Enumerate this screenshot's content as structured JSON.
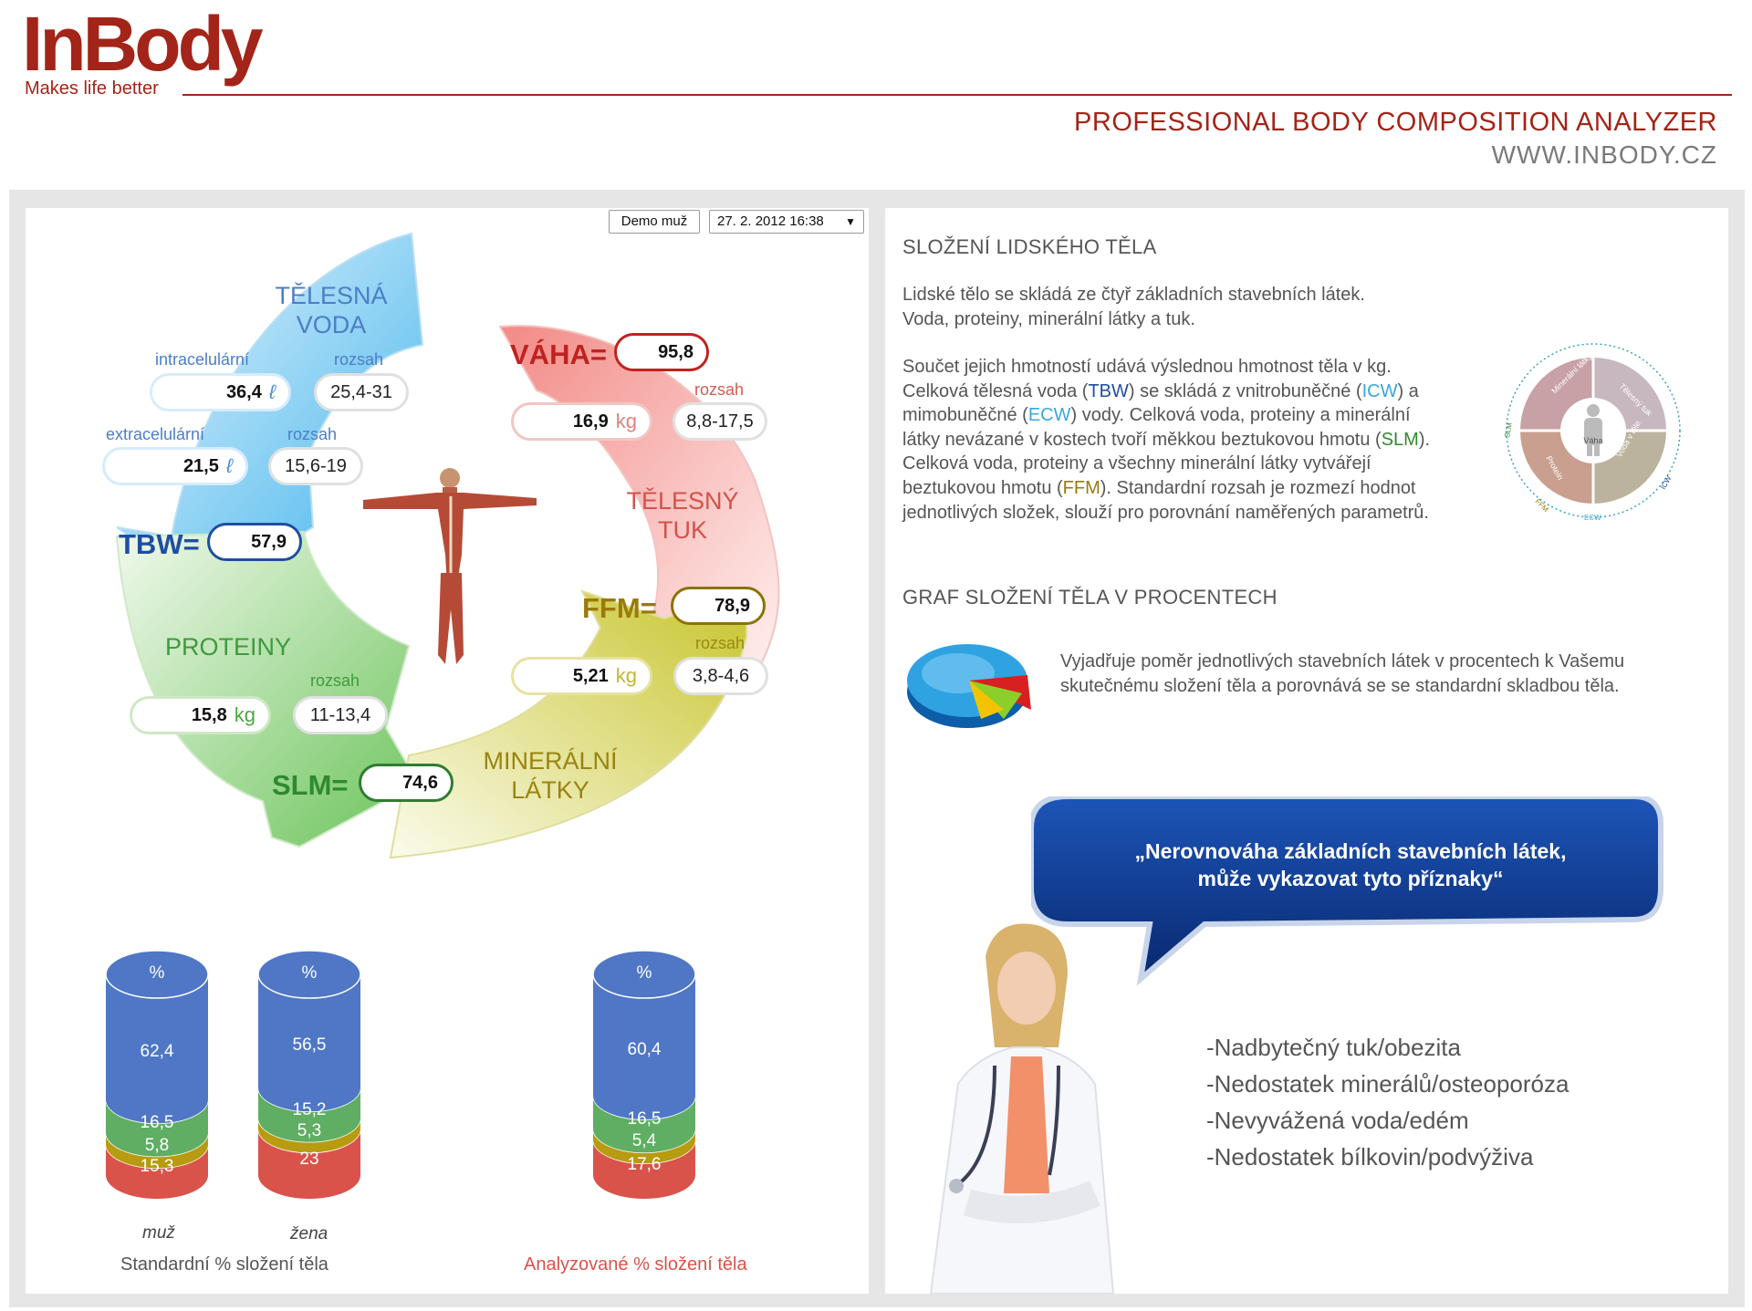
{
  "brand": {
    "logo": "InBody",
    "tagline": "Makes life better",
    "title": "PROFESSIONAL BODY COMPOSITION ANALYZER",
    "website": "WWW.INBODY.CZ"
  },
  "selector": {
    "user": "Demo muž",
    "date": "27. 2. 2012 16:38"
  },
  "diagram": {
    "water": {
      "label": "TĚLESNÁ VODA",
      "label_line1": "TĚLESNÁ",
      "label_line2": "VODA",
      "icw_label": "intracelulární",
      "icw_value": "36,4",
      "icw_unit": "ℓ",
      "icw_range_label": "rozsah",
      "icw_range": "25,4-31",
      "ecw_label": "extracelulární",
      "ecw_value": "21,5",
      "ecw_unit": "ℓ",
      "ecw_range_label": "rozsah",
      "ecw_range": "15,6-19",
      "tbw_label": "TBW=",
      "tbw_value": "57,9"
    },
    "fat": {
      "weight_label": "VÁHA=",
      "weight_value": "95,8",
      "value": "16,9",
      "unit": "kg",
      "range_label": "rozsah",
      "range": "8,8-17,5",
      "label_line1": "TĚLESNÝ",
      "label_line2": "TUK",
      "ffm_label": "FFM=",
      "ffm_value": "78,9"
    },
    "protein": {
      "label": "PROTEINY",
      "range_label": "rozsah",
      "value": "15,8",
      "unit": "kg",
      "range": "11-13,4",
      "slm_label": "SLM=",
      "slm_value": "74,6"
    },
    "minerals": {
      "label_line1": "MINERÁLNÍ",
      "label_line2": "LÁTKY",
      "value": "5,21",
      "unit": "kg",
      "range_label": "rozsah",
      "range": "3,8-4,6"
    }
  },
  "cylinders": {
    "standard_caption": "Standardní % složení těla",
    "analyzed_caption": "Analyzované % složení těla",
    "pct": "%",
    "items": [
      {
        "name": "muž",
        "water": "62,4",
        "protein": "16,5",
        "minerals": "5,8",
        "fat": "15,3"
      },
      {
        "name": "žena",
        "water": "56,5",
        "protein": "15,2",
        "minerals": "5,3",
        "fat": "23"
      },
      {
        "name": "",
        "water": "60,4",
        "protein": "16,5",
        "minerals": "5,4",
        "fat": "17,6"
      }
    ],
    "colors": {
      "water": "#4f77c5",
      "protein": "#5fae63",
      "minerals": "#b79b10",
      "fat": "#d9534a"
    }
  },
  "right": {
    "heading1": "SLOŽENÍ LIDSKÉHO TĚLA",
    "p1_line1": "Lidské tělo se skládá ze čtyř základních stavebních látek.",
    "p1_line2": "Voda, proteiny, minerální látky a tuk.",
    "p2": {
      "t1": "Součet jejich hmotností udává výslednou hmotnost těla v kg.",
      "t2": "Celková tělesná voda (",
      "tbw": "TBW",
      "t3": ") se skládá z vnitrobuněčné (",
      "icw": "ICW",
      "t4": ") a",
      "t5": "mimobuněčné (",
      "ecw": "ECW",
      "t6": ") vody. Celková voda, proteiny a minerální",
      "t7": "látky nevázané v kostech tvoří měkkou beztukovou hmotu (",
      "slm": "SLM",
      "t8": ").",
      "t9": "Celková voda, proteiny a všechny minerální látky vytvářejí",
      "t10": "beztukovou hmotu (",
      "ffm": "FFM",
      "t11": "). Standardní rozsah je rozmezí hodnot",
      "t12": "jednotlivých složek, slouží pro porovnání naměřených parametrů."
    },
    "ring": {
      "minerals": "Minerální látky",
      "fat": "Tělesný tuk",
      "protein": "Protein",
      "water": "Voda v těle",
      "center": "Váha",
      "slm": "SLM",
      "ffm": "FFM",
      "ecw": "ECW",
      "icw": "ICW"
    },
    "heading2": "GRAF SLOŽENÍ TĚLA V PROCENTECH",
    "p3_line1": "Vyjadřuje poměr jednotlivých stavebních látek v procentech k Vašemu",
    "p3_line2": "skutečnému složení těla a porovnává se se standardní skladbou těla.",
    "bubble_line1": "„Nerovnováha základních stavebních látek,",
    "bubble_line2": "může vykazovat tyto příznaky“",
    "symptoms": [
      "-Nadbytečný tuk/obezita",
      "-Nedostatek minerálů/osteoporóza",
      "-Nevyvážená voda/edém",
      "-Nedostatek bílkovin/podvýživa"
    ]
  }
}
